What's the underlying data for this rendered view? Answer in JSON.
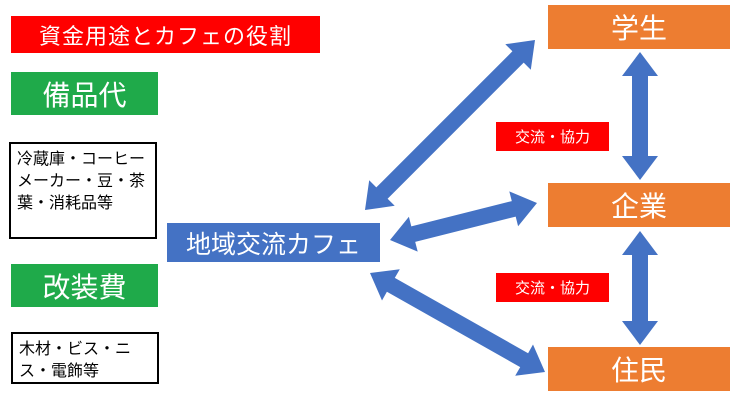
{
  "title": "資金用途とカフェの役割",
  "funding": [
    {
      "label": "備品代",
      "items": "冷蔵庫・コーヒーメーカー・豆・茶葉・消耗品等"
    },
    {
      "label": "改装費",
      "items": "木材・ビス・ニス・電飾等"
    }
  ],
  "cafe": "地域交流カフェ",
  "actors": [
    "学生",
    "企業",
    "住民"
  ],
  "relations": [
    "交流・協力",
    "交流・協力"
  ],
  "colors": {
    "title": "#ff0000",
    "funding": "#1faa4a",
    "cafe": "#4472c4",
    "actor": "#ed7d31",
    "arrow": "#4472c4"
  }
}
